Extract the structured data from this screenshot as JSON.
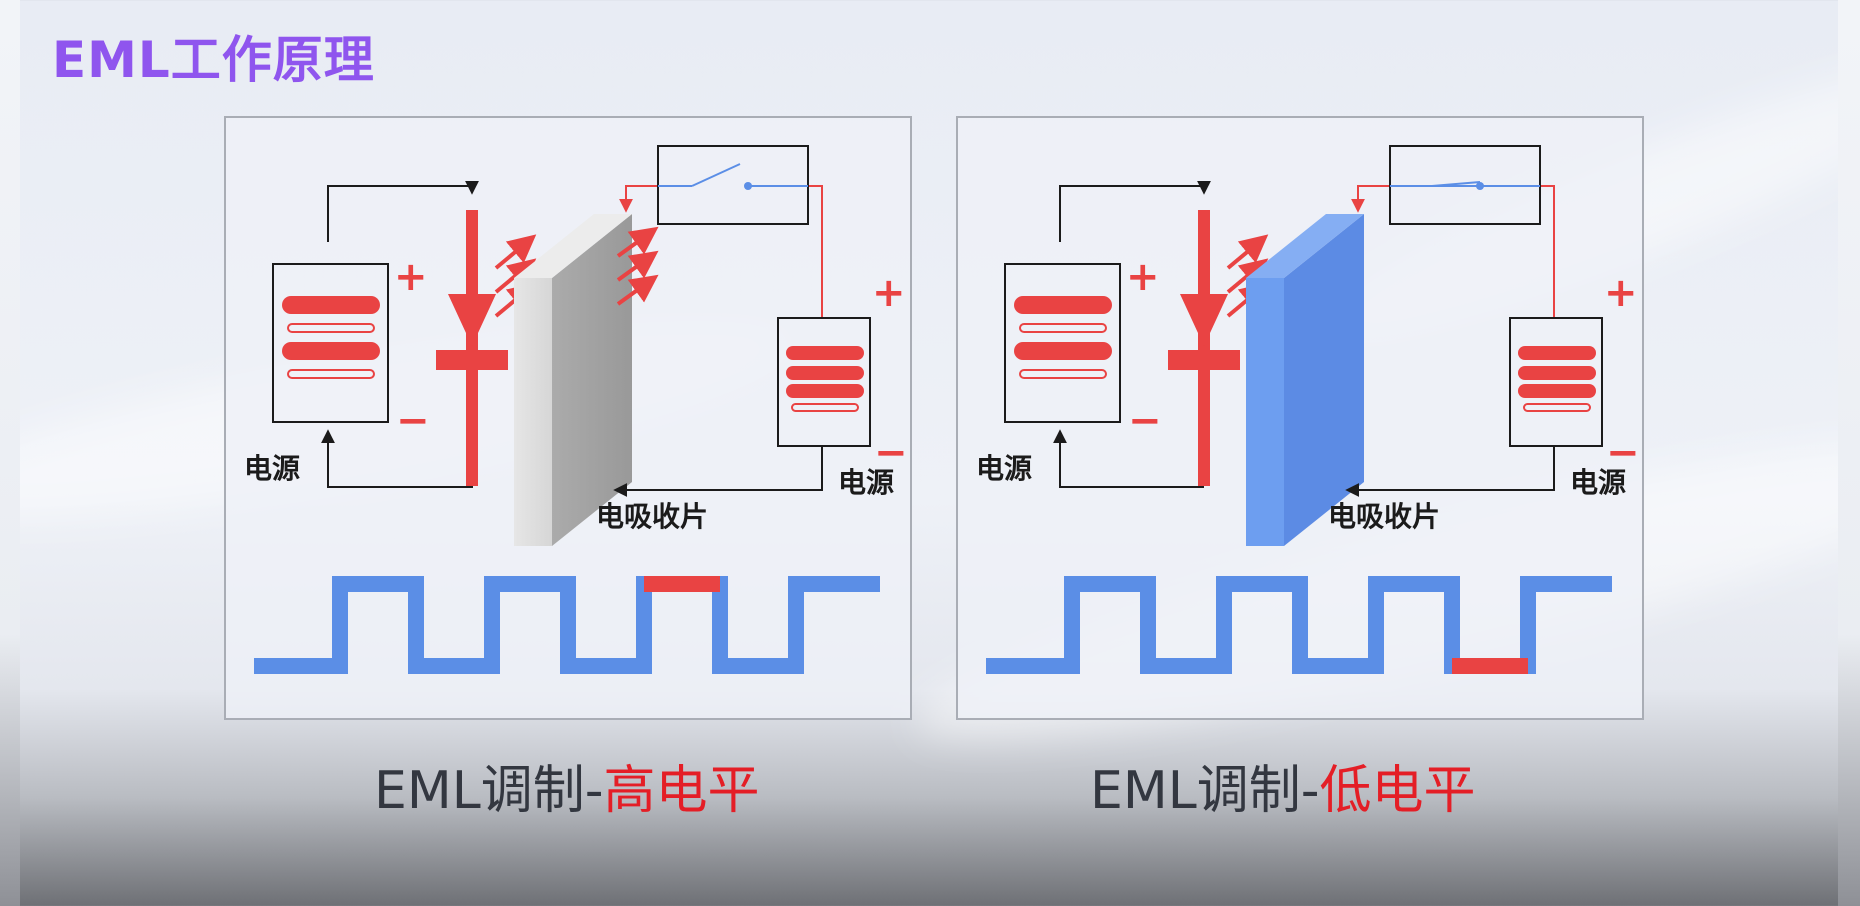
{
  "title": "EML工作原理",
  "colors": {
    "title": "#8f55ee",
    "red": "#e94343",
    "blue": "#5b8ee6",
    "absorber_transparent": "#d9d9d9",
    "absorber_opaque": "#6d9ef0",
    "caption_highlight": "#e41e26"
  },
  "panels": [
    {
      "id": "high",
      "caption_prefix": "EML调制-",
      "caption_level": "高电平",
      "power_left_label": "电源",
      "power_right_label": "电源",
      "absorber_label": "电吸收片",
      "plus": "+",
      "minus": "−",
      "absorber_state": "transparent",
      "switch_state": "open",
      "light_passes": true,
      "highlight_level": "high"
    },
    {
      "id": "low",
      "caption_prefix": "EML调制-",
      "caption_level": "低电平",
      "power_left_label": "电源",
      "power_right_label": "电源",
      "absorber_label": "电吸收片",
      "plus": "+",
      "minus": "−",
      "absorber_state": "opaque",
      "switch_state": "closed",
      "light_passes": false,
      "highlight_level": "low"
    }
  ]
}
